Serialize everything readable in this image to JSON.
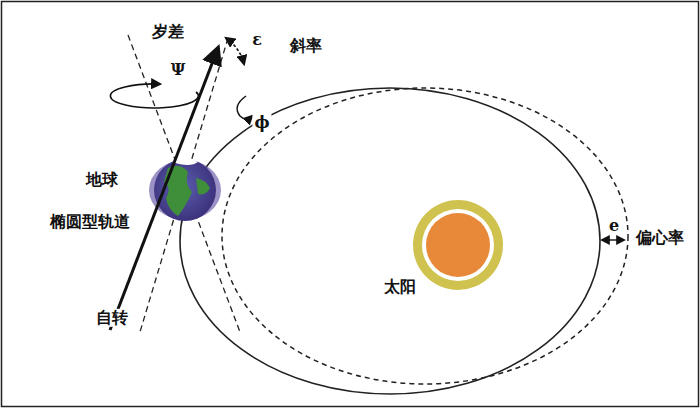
{
  "diagram": {
    "labels": [
      "岁差",
      "Ψ",
      "ε",
      "斜率",
      "ϕ",
      "地球",
      "椭圆型轨道",
      "自转",
      "太阳",
      "e",
      "偏心率"
    ]
  }
}
